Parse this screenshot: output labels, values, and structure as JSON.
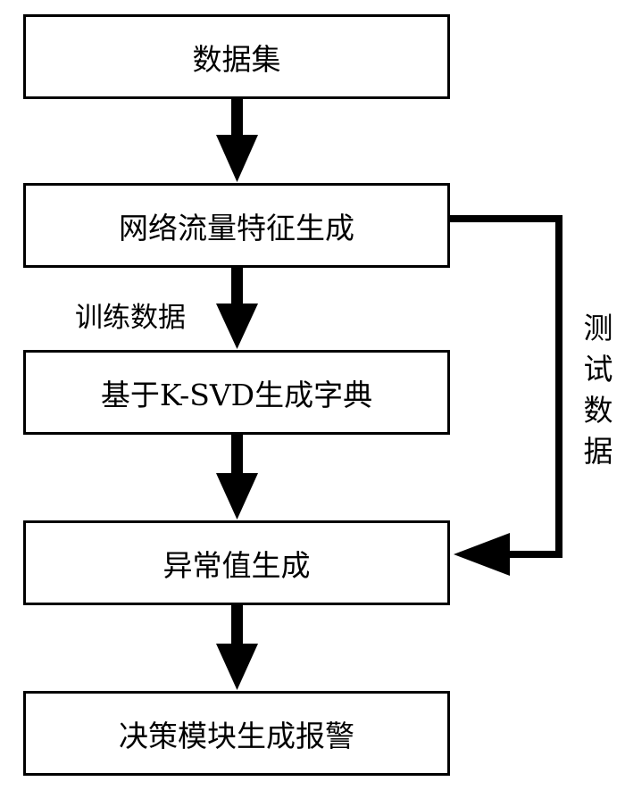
{
  "steps": [
    {
      "label": "数据集"
    },
    {
      "label": "网络流量特征生成"
    },
    {
      "label": "基于K-SVD生成字典"
    },
    {
      "label": "异常值生成"
    },
    {
      "label": "决策模块生成报警"
    }
  ],
  "edge_labels": {
    "train": "训练数据",
    "test": "测试数据"
  }
}
